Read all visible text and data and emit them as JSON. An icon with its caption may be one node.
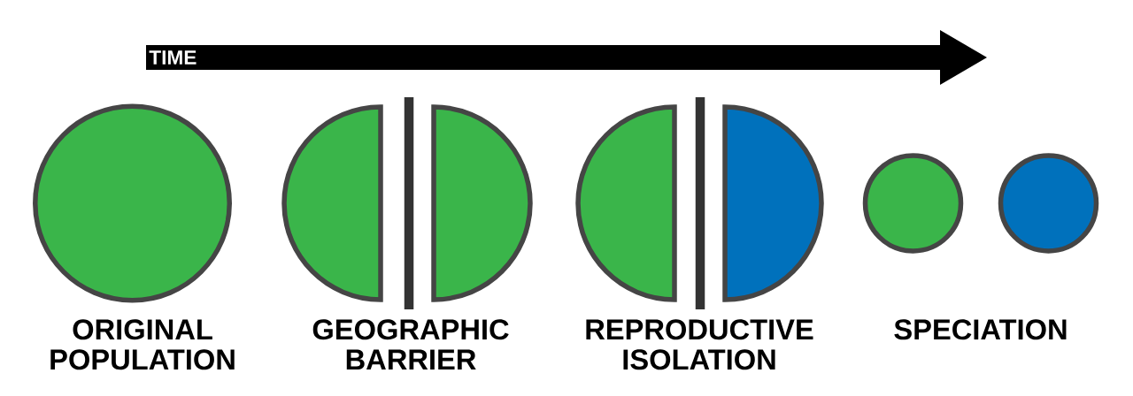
{
  "diagram": {
    "nodes": [
      {
        "text": [],
        "shape": "circle"
      },
      {
        "text": [],
        "shape": "semicircle"
      },
      {
        "text": [],
        "shape": "bar"
      },
      {
        "text": [],
        "shape": "semicircle"
      },
      {
        "text": [],
        "shape": "semicircle"
      },
      {
        "text": [],
        "shape": "bar"
      },
      {
        "text": [],
        "shape": "semicircle"
      },
      {
        "text": [],
        "shape": "circle"
      },
      {
        "text": [],
        "shape": "circle"
      }
    ],
    "labels": [
      "TIME",
      "ORIGINAL POPULATION",
      "GEOGRAPHIC BARRIER",
      "REPRODUCTIVE ISOLATION",
      "SPECIATION"
    ]
  }
}
